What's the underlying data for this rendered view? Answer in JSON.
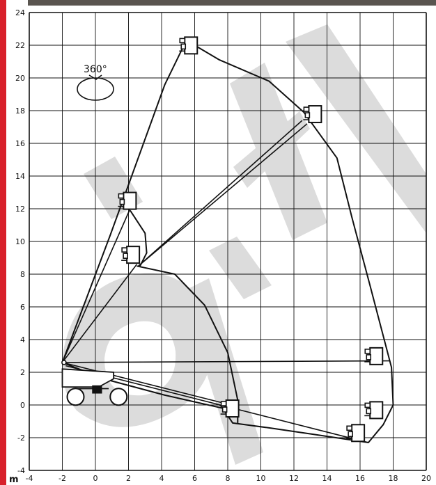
{
  "chart_data": {
    "type": "diagram",
    "x_ticks": [
      "-4",
      "-2",
      "0",
      "2",
      "4",
      "6",
      "8",
      "10",
      "12",
      "14",
      "16",
      "18",
      "20"
    ],
    "y_ticks": [
      "24",
      "22",
      "20",
      "18",
      "16",
      "14",
      "12",
      "10",
      "8",
      "6",
      "4",
      "2",
      "0",
      "-2",
      "-4"
    ],
    "xlim": [
      -4,
      20
    ],
    "ylim": [
      -4,
      24
    ],
    "grid": true,
    "unit_label": "m",
    "rotation_label": "360°",
    "envelope_outer": [
      [
        -2,
        2.6
      ],
      [
        0.9,
        10.4
      ],
      [
        4.2,
        19.6
      ],
      [
        5.5,
        22.3
      ],
      [
        7.5,
        21.1
      ],
      [
        10.5,
        19.8
      ],
      [
        12.6,
        17.9
      ],
      [
        14.6,
        15.1
      ],
      [
        15.5,
        11.5
      ],
      [
        16.6,
        7.3
      ],
      [
        17.9,
        2.3
      ],
      [
        18.0,
        0
      ],
      [
        17.4,
        -1.2
      ],
      [
        16.5,
        -2.3
      ],
      [
        13.2,
        -1.8
      ],
      [
        10.5,
        -1.4
      ],
      [
        8.3,
        -1.1
      ],
      [
        7.7,
        -0.2
      ],
      [
        4.2,
        0.6
      ],
      [
        0.5,
        1.6
      ],
      [
        -2,
        2.6
      ]
    ],
    "lower_arc": [
      [
        2.5,
        8.5
      ],
      [
        4.8,
        8.0
      ],
      [
        6.6,
        6.1
      ],
      [
        8.0,
        3.2
      ],
      [
        8.6,
        0.3
      ],
      [
        8.6,
        -1.1
      ]
    ],
    "inner_arc": [
      [
        2.1,
        11.9
      ],
      [
        3.0,
        10.5
      ],
      [
        3.1,
        9.3
      ],
      [
        2.7,
        8.5
      ]
    ],
    "boom_lines": [
      [
        [
          -2,
          2.6
        ],
        [
          2.1,
          12.0
        ]
      ],
      [
        [
          -2,
          2.6
        ],
        [
          2.5,
          8.6
        ]
      ],
      [
        [
          2.6,
          8.5
        ],
        [
          12.5,
          17.4
        ]
      ],
      [
        [
          2.6,
          8.5
        ],
        [
          12.8,
          17.2
        ]
      ],
      [
        [
          -2,
          2.6
        ],
        [
          17.8,
          2.7
        ]
      ],
      [
        [
          -2,
          2.6
        ],
        [
          8.2,
          0.0
        ]
      ],
      [
        [
          -1.8,
          2.4
        ],
        [
          16.5,
          -2.3
        ]
      ],
      [
        [
          7.5,
          0.0
        ],
        [
          8.2,
          -0.6
        ]
      ]
    ],
    "baskets": [
      [
        5.4,
        21.9
      ],
      [
        12.9,
        17.7
      ],
      [
        1.7,
        12.4
      ],
      [
        1.9,
        9.1
      ],
      [
        16.6,
        2.9
      ],
      [
        7.9,
        -0.3
      ],
      [
        16.6,
        -0.4
      ],
      [
        15.5,
        -1.8
      ]
    ]
  }
}
